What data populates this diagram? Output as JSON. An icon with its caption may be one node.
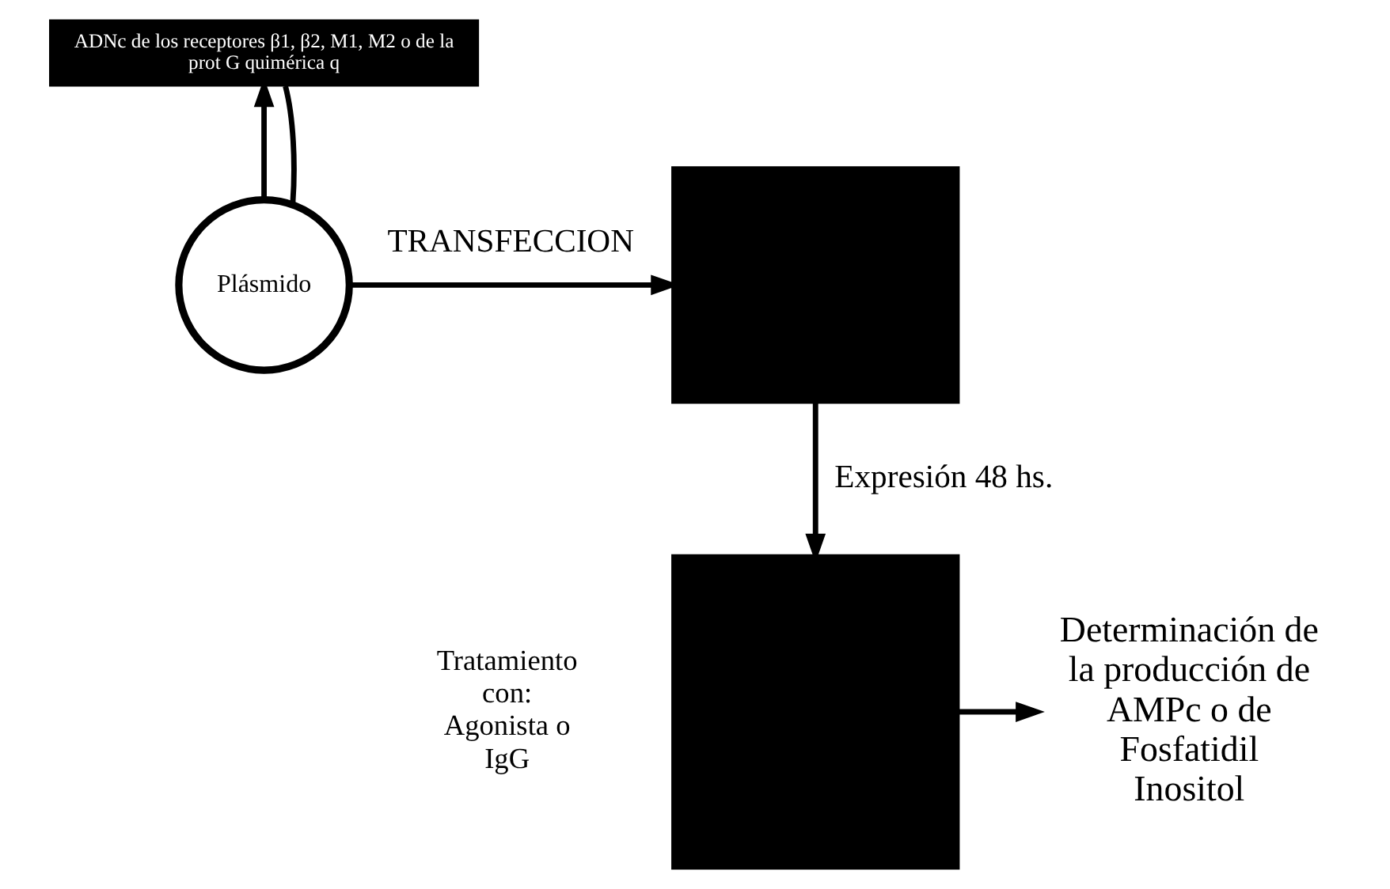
{
  "diagram": {
    "nodes": [
      {
        "text": [
          "ADNc de los receptores β1, β2, M1, M2 o de la prot G quimérica q"
        ]
      },
      {
        "text": [
          "Plásmido"
        ]
      },
      {
        "text": [],
        "shape": "box"
      },
      {
        "text": [],
        "shape": "box",
        "beside": [
          "Tratamiento con: Agonista o IgG"
        ]
      },
      {
        "text": [
          "Determinación de la producción de AMPc o de Fosfatidil Inositol"
        ]
      }
    ],
    "edges": [
      {
        "from": 1,
        "to": 0,
        "arrow": "to"
      },
      {
        "from": 1,
        "to": 0,
        "arrow": "none"
      },
      {
        "from": 1,
        "to": 2,
        "arrow": "to",
        "label": "TRANSFECCION"
      },
      {
        "from": 2,
        "to": 3,
        "arrow": "to",
        "label": "Expresión 48 hs."
      },
      {
        "from": 3,
        "to": 4,
        "arrow": "to"
      }
    ]
  }
}
